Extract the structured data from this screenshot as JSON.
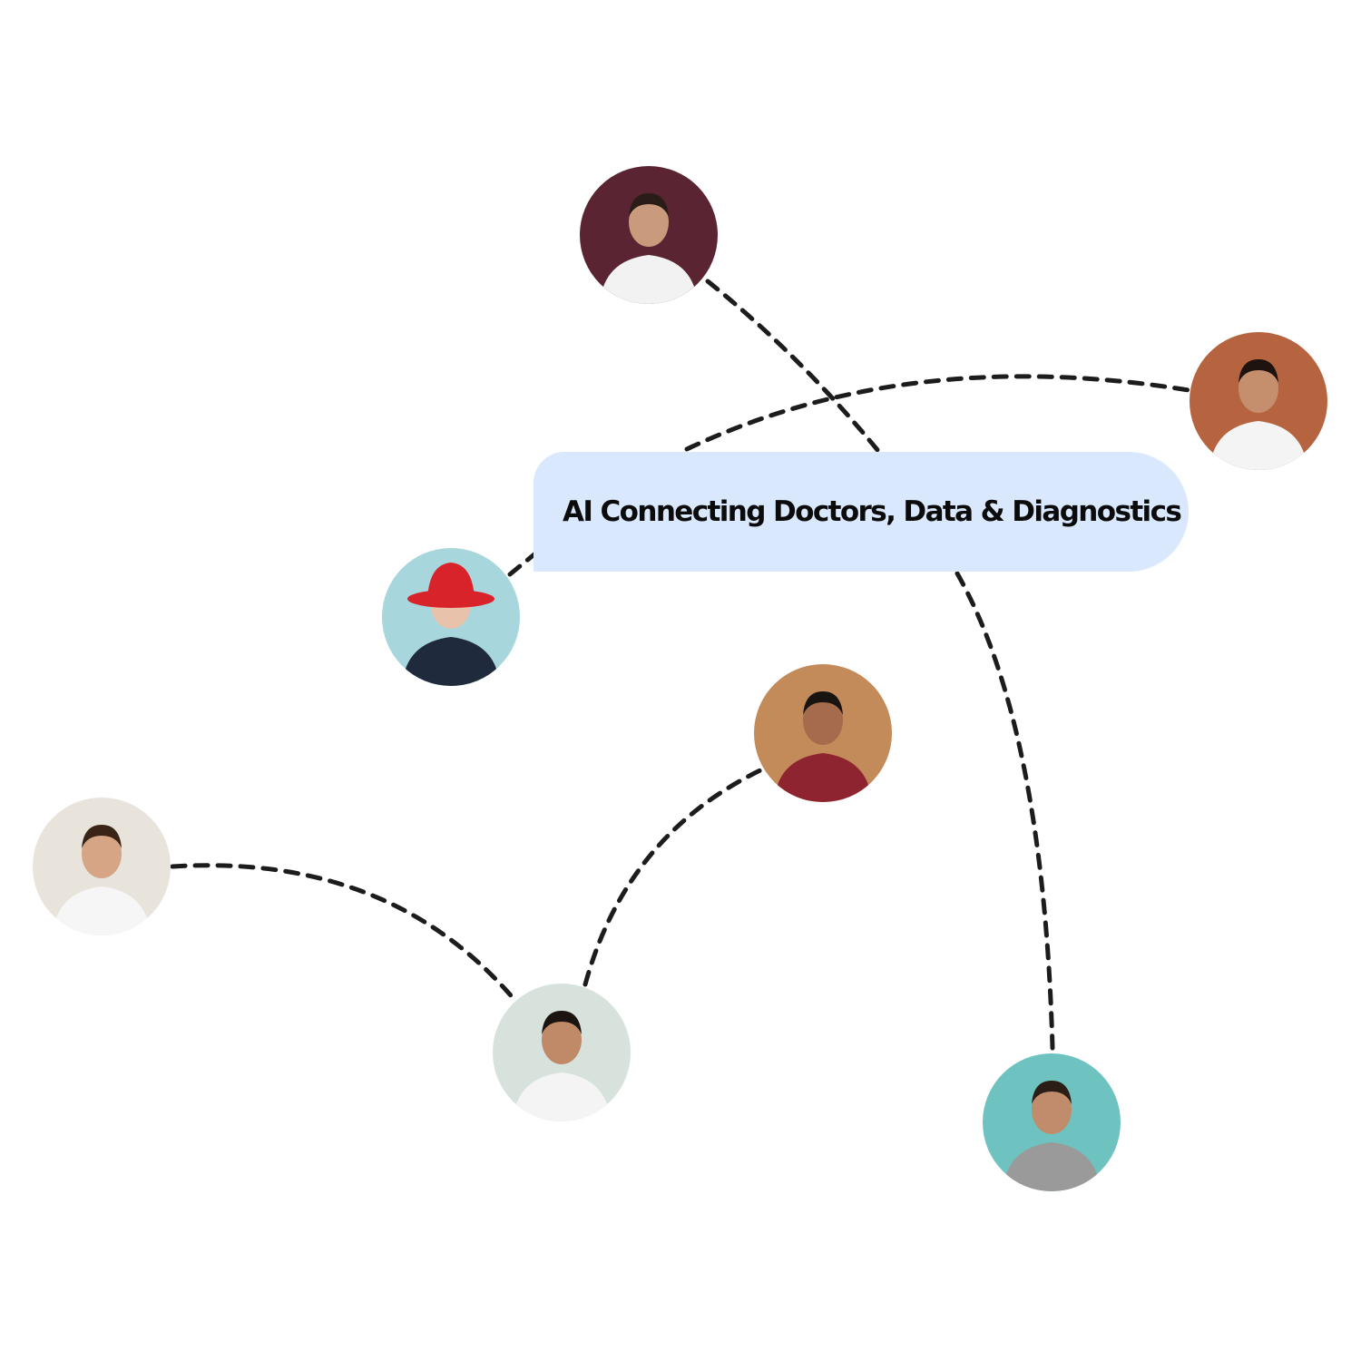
{
  "hub": {
    "label": "AI Connecting Doctors, Data & Diagnostics",
    "color": "#d9e8fd"
  },
  "line_color": "#1c1c1c",
  "avatars": [
    {
      "name": "doctor-male-lab",
      "bg": "#5a2432",
      "skin": "#c99a7c",
      "hair": "#2a1c16",
      "clothes": "#f2f2f2"
    },
    {
      "name": "doctor-female-clinic",
      "bg": "#b5643f",
      "skin": "#c58e6c",
      "hair": "#1e130e",
      "clothes": "#f4f4f4"
    },
    {
      "name": "elderly-woman-red-hat",
      "bg": "#a7d6dc",
      "skin": "#e9c2ab",
      "hair": "#dcdcdc",
      "clothes": "#1f2a3c",
      "hat": "#d8232a"
    },
    {
      "name": "young-man-plaid",
      "bg": "#c48b5a",
      "skin": "#a46c4c",
      "hair": "#1a1410",
      "clothes": "#8e2430"
    },
    {
      "name": "doctor-female-office",
      "bg": "#e8e4dc",
      "skin": "#d6a585",
      "hair": "#3a2418",
      "clothes": "#f6f6f6"
    },
    {
      "name": "doctor-male-smiling",
      "bg": "#d8e2dc",
      "skin": "#c08a68",
      "hair": "#1c1410",
      "clothes": "#f4f4f4"
    },
    {
      "name": "man-teal-background",
      "bg": "#6ec2c0",
      "skin": "#c08c6c",
      "hair": "#2a1e16",
      "clothes": "#9a9a9a"
    }
  ]
}
